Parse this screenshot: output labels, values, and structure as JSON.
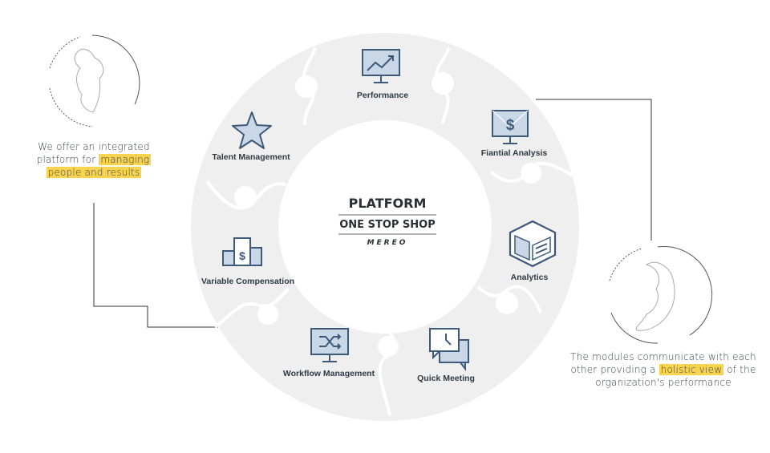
{
  "left_note": {
    "line1": "We offer an integrated",
    "line2_plain": "platform for ",
    "line2_highlight": "managing",
    "line3_highlight": "people and results"
  },
  "right_note": {
    "line1": "The modules communicate with each",
    "line2_plain_a": "other providing a ",
    "line2_highlight": "holistic view",
    "line2_plain_b": " of the",
    "line3": "organization's performance"
  },
  "center": {
    "title": "PLATFORM",
    "subtitle": "ONE STOP SHOP",
    "logo_text": "MEREO"
  },
  "modules": [
    {
      "label": "Performance",
      "icon": "chart-monitor-icon"
    },
    {
      "label": "Fiantial Analysis",
      "icon": "dollar-monitor-icon"
    },
    {
      "label": "Analytics",
      "icon": "cube-icon"
    },
    {
      "label": "Quick Meeting",
      "icon": "chat-clock-icon"
    },
    {
      "label": "Workflow Management",
      "icon": "shuffle-monitor-icon"
    },
    {
      "label": "Variable Compensation",
      "icon": "podium-dollar-icon"
    },
    {
      "label": "Talent Management",
      "icon": "star-icon"
    }
  ],
  "colors": {
    "wheel": "#efefef",
    "seam": "#ffffff",
    "icon_stroke": "#3d5a7a",
    "icon_fill": "#c9d7e6",
    "highlight": "#f8d44e",
    "connector": "#333333"
  }
}
